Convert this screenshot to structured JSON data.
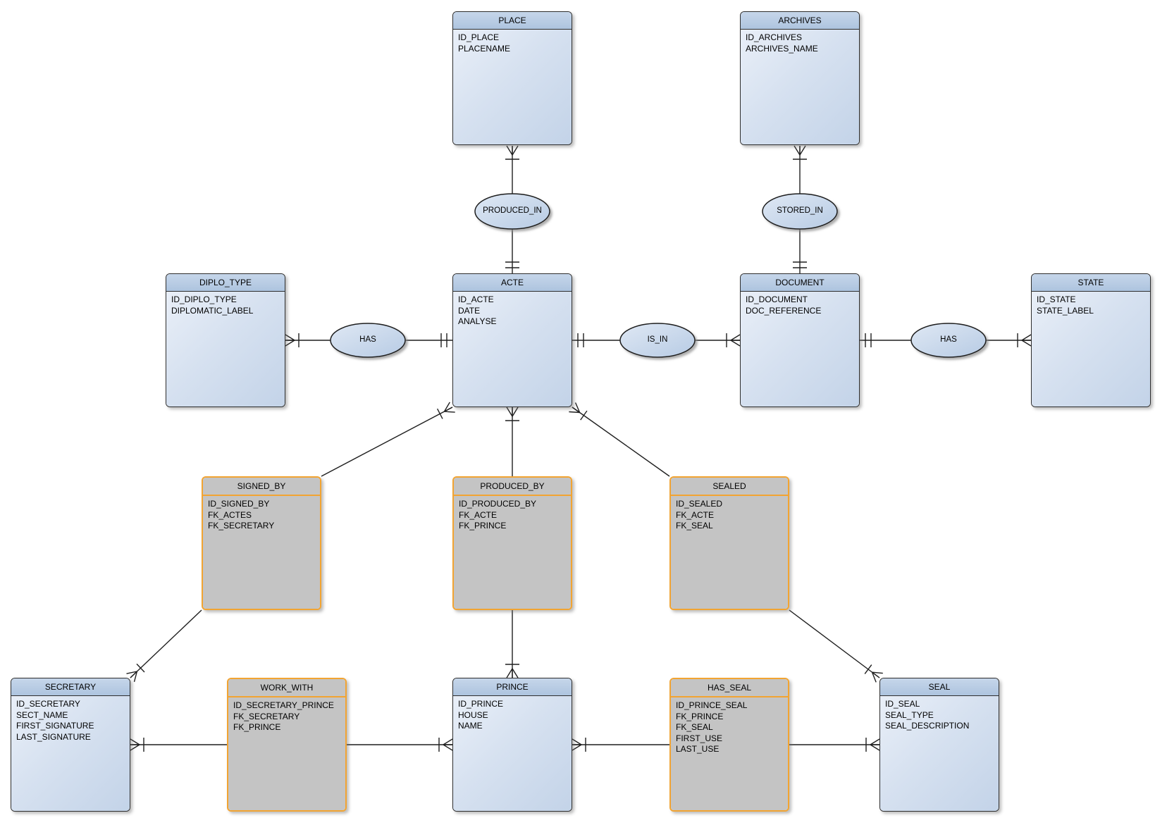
{
  "diagram": {
    "title": "ER diagram",
    "colors": {
      "background": "#ffffff",
      "entity_header": "#b9cde5",
      "entity_body_light": "#e9eff8",
      "entity_body_dark": "#c3d3e8",
      "entity_border": "#2e2e2e",
      "junction_fill": "#c4c4c4",
      "junction_border": "#f2a432",
      "connector_line": "#1f1f1f"
    },
    "entities": [
      {
        "title": "PLACE",
        "kind": "entity",
        "attributes": [
          "ID_PLACE",
          "PLACENAME"
        ]
      },
      {
        "title": "ARCHIVES",
        "kind": "entity",
        "attributes": [
          "ID_ARCHIVES",
          "ARCHIVES_NAME"
        ]
      },
      {
        "title": "DIPLO_TYPE",
        "kind": "entity",
        "attributes": [
          "ID_DIPLO_TYPE",
          "DIPLOMATIC_LABEL"
        ]
      },
      {
        "title": "ACTE",
        "kind": "entity",
        "attributes": [
          "ID_ACTE",
          "DATE",
          "ANALYSE"
        ]
      },
      {
        "title": "DOCUMENT",
        "kind": "entity",
        "attributes": [
          "ID_DOCUMENT",
          "DOC_REFERENCE"
        ]
      },
      {
        "title": "STATE",
        "kind": "entity",
        "attributes": [
          "ID_STATE",
          "STATE_LABEL"
        ]
      },
      {
        "title": "SIGNED_BY",
        "kind": "junction",
        "attributes": [
          "ID_SIGNED_BY",
          "FK_ACTES",
          "FK_SECRETARY"
        ]
      },
      {
        "title": "PRODUCED_BY",
        "kind": "junction",
        "attributes": [
          "ID_PRODUCED_BY",
          "FK_ACTE",
          "FK_PRINCE"
        ]
      },
      {
        "title": "SEALED",
        "kind": "junction",
        "attributes": [
          "ID_SEALED",
          "FK_ACTE",
          "FK_SEAL"
        ]
      },
      {
        "title": "SECRETARY",
        "kind": "entity",
        "attributes": [
          "ID_SECRETARY",
          "SECT_NAME",
          "FIRST_SIGNATURE",
          "LAST_SIGNATURE"
        ]
      },
      {
        "title": "WORK_WITH",
        "kind": "junction",
        "attributes": [
          "ID_SECRETARY_PRINCE",
          "FK_SECRETARY",
          "FK_PRINCE"
        ]
      },
      {
        "title": "PRINCE",
        "kind": "entity",
        "attributes": [
          "ID_PRINCE",
          "HOUSE",
          "NAME"
        ]
      },
      {
        "title": "HAS_SEAL",
        "kind": "junction",
        "attributes": [
          "ID_PRINCE_SEAL",
          "FK_PRINCE",
          "FK_SEAL",
          "FIRST_USE",
          "LAST_USE"
        ]
      },
      {
        "title": "SEAL",
        "kind": "entity",
        "attributes": [
          "ID_SEAL",
          "SEAL_TYPE",
          "SEAL_DESCRIPTION"
        ]
      }
    ],
    "relationships": [
      {
        "label": "PRODUCED_IN",
        "between": [
          "PLACE",
          "ACTE"
        ]
      },
      {
        "label": "STORED_IN",
        "between": [
          "ARCHIVES",
          "DOCUMENT"
        ]
      },
      {
        "label": "HAS",
        "between": [
          "DIPLO_TYPE",
          "ACTE"
        ]
      },
      {
        "label": "IS_IN",
        "between": [
          "ACTE",
          "DOCUMENT"
        ]
      },
      {
        "label": "HAS",
        "between": [
          "DOCUMENT",
          "STATE"
        ]
      }
    ]
  }
}
